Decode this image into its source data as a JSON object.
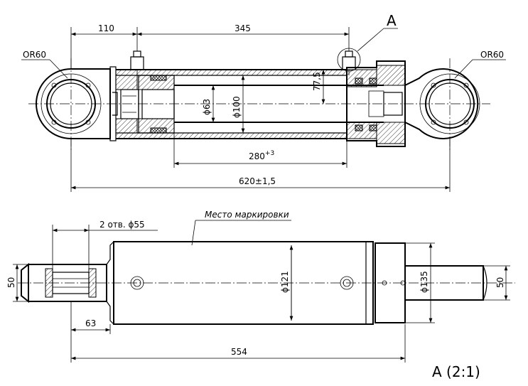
{
  "top_view": {
    "dim_110": "110",
    "dim_345": "345",
    "dim_77_5": "77,5",
    "dim_d63": "ϕ63",
    "dim_d100": "ϕ100",
    "dim_280": "280",
    "dim_280_tol": "+3",
    "dim_620": "620±1,5",
    "label_or60_left": "OR60",
    "label_or60_right": "OR60",
    "label_a": "A"
  },
  "bottom_view": {
    "dim_holes": "2 отв. ϕ55",
    "marking_label": "Место маркировки",
    "dim_50_left": "50",
    "dim_63": "63",
    "dim_d121": "ϕ121",
    "dim_d135": "ϕ135",
    "dim_50_right": "50",
    "dim_554": "554"
  },
  "detail_label": "А (2:1)"
}
